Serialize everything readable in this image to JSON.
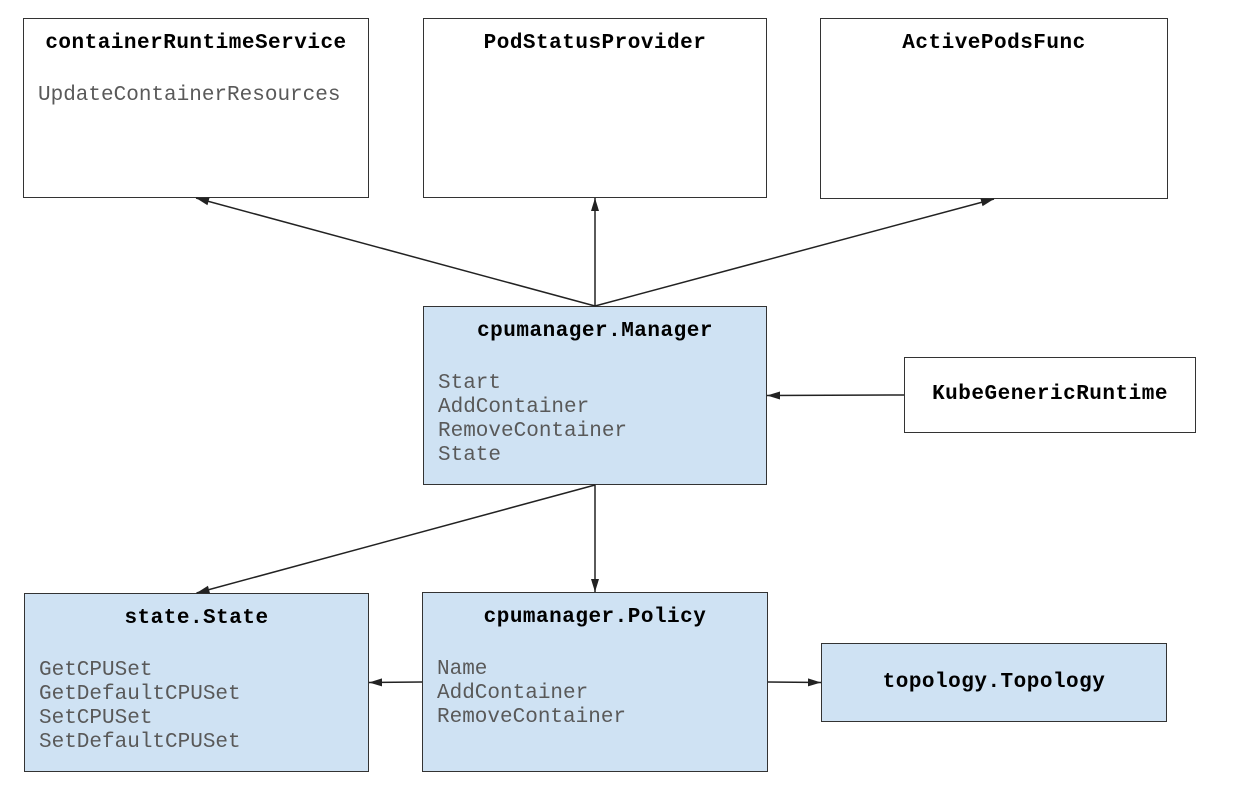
{
  "diagram": {
    "colors": {
      "background": "#ffffff",
      "node_fill_white": "#ffffff",
      "node_fill_blue": "#cfe2f3",
      "node_border": "#333333",
      "title_text": "#000000",
      "method_text": "#595959",
      "arrow": "#222222"
    },
    "nodes": [
      {
        "id": "container-runtime-service",
        "title": "containerRuntimeService",
        "methods": [
          "UpdateContainerResources"
        ],
        "variant": "white"
      },
      {
        "id": "pod-status-provider",
        "title": "PodStatusProvider",
        "methods": [],
        "variant": "white"
      },
      {
        "id": "active-pods-func",
        "title": "ActivePodsFunc",
        "methods": [],
        "variant": "white"
      },
      {
        "id": "cpumanager-manager",
        "title": "cpumanager.Manager",
        "methods": [
          "Start",
          "AddContainer",
          "RemoveContainer",
          "State"
        ],
        "variant": "blue"
      },
      {
        "id": "kube-generic-runtime",
        "title": "KubeGenericRuntime",
        "methods": [],
        "variant": "white"
      },
      {
        "id": "state-state",
        "title": "state.State",
        "methods": [
          "GetCPUSet",
          "GetDefaultCPUSet",
          "SetCPUSet",
          "SetDefaultCPUSet"
        ],
        "variant": "blue"
      },
      {
        "id": "cpumanager-policy",
        "title": "cpumanager.Policy",
        "methods": [
          "Name",
          "AddContainer",
          "RemoveContainer"
        ],
        "variant": "blue"
      },
      {
        "id": "topology-topology",
        "title": "topology.Topology",
        "methods": [],
        "variant": "blue"
      }
    ],
    "edges": [
      {
        "from": "cpumanager-manager",
        "from_anchor": "top",
        "to": "container-runtime-service",
        "to_anchor": "bottom"
      },
      {
        "from": "cpumanager-manager",
        "from_anchor": "top",
        "to": "pod-status-provider",
        "to_anchor": "bottom"
      },
      {
        "from": "cpumanager-manager",
        "from_anchor": "top",
        "to": "active-pods-func",
        "to_anchor": "bottom"
      },
      {
        "from": "kube-generic-runtime",
        "from_anchor": "left",
        "to": "cpumanager-manager",
        "to_anchor": "right"
      },
      {
        "from": "cpumanager-manager",
        "from_anchor": "bottom",
        "to": "state-state",
        "to_anchor": "top"
      },
      {
        "from": "cpumanager-manager",
        "from_anchor": "bottom",
        "to": "cpumanager-policy",
        "to_anchor": "top"
      },
      {
        "from": "cpumanager-policy",
        "from_anchor": "left",
        "to": "state-state",
        "to_anchor": "right"
      },
      {
        "from": "cpumanager-policy",
        "from_anchor": "right",
        "to": "topology-topology",
        "to_anchor": "left"
      }
    ]
  }
}
